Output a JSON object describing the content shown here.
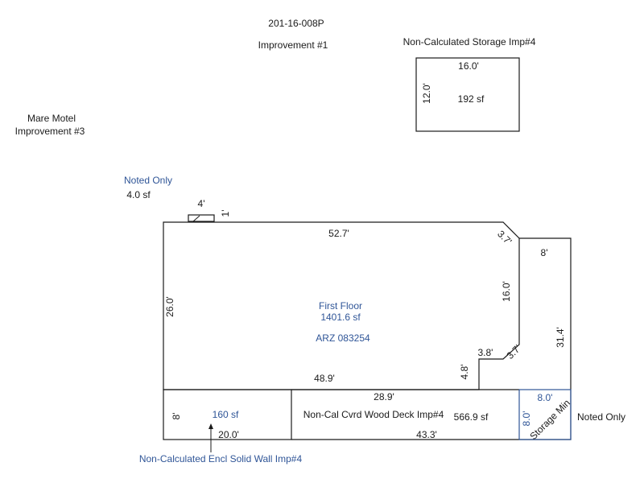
{
  "header": {
    "parcel_id": "201-16-008P",
    "improvement": "Improvement #1"
  },
  "left_note": {
    "line1": "Mare Motel",
    "line2": "Improvement #3"
  },
  "storage_imp4": {
    "title": "Non-Calculated Storage Imp#4",
    "top_dim": "16.0'",
    "side_dim": "12.0'",
    "area": "192 sf"
  },
  "noted_small": {
    "label": "Noted Only",
    "area": "4.0 sf",
    "dim_a": "4'",
    "dim_b": "1'"
  },
  "first_floor": {
    "label": "First Floor",
    "area": "1401.6 sf",
    "code": "ARZ 083254",
    "dims": {
      "top": "52.7'",
      "diag_top": "3.7'",
      "right_inner": "16.0'",
      "diag_bottom": "3.7'",
      "step_h": "3.8'",
      "step_v": "4.8'",
      "bottom": "48.9'",
      "left": "26.0'"
    }
  },
  "right_strip": {
    "top_dim": "8'",
    "side_dim": "31.4'",
    "noted": "Noted Only"
  },
  "storage_min": {
    "label": "Storage Min",
    "dim_top": "8.0'",
    "dim_side": "8.0'"
  },
  "encl_wall": {
    "area": "160 sf",
    "dim_side": "8'",
    "dim_bottom": "20.0'",
    "caption": "Non-Calculated Encl Solid Wall Imp#4"
  },
  "deck": {
    "label": "Non-Cal Cvrd Wood Deck Imp#4",
    "area": "566.9 sf",
    "dim_top": "28.9'",
    "dim_bottom": "43.3'"
  }
}
